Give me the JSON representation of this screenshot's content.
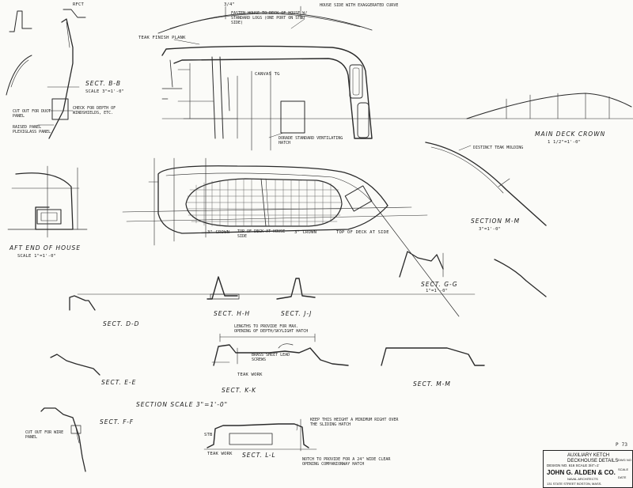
{
  "sheet": {
    "number": "P 73",
    "title_block": {
      "line1": "AUXILIARY KETCH",
      "line2": "DECKHOUSE DETAILS",
      "line3": "DESIGN NO. 616    SCALE 3/4\"=1'",
      "firm": "JOHN G. ALDEN & CO.",
      "firm_sub": "NAVAL ARCHITECTS",
      "address": "131 STATE STREET    BOSTON, MASS.",
      "side": [
        "DWG NO",
        "SCALE",
        "DATE"
      ]
    }
  },
  "sections": {
    "bb": {
      "title": "SECT. B-B",
      "scale": "SCALE 3\"=1'-0\""
    },
    "aft_end": {
      "title": "AFT END OF HOUSE",
      "scale": "SCALE 1\"=1'-0\""
    },
    "mm_upper": {
      "title": "SECTION M-M",
      "scale": "3\"=1'-0\""
    },
    "gg": {
      "title": "SECT. G-G",
      "scale": "1\"=1'-0\""
    },
    "main_deck": {
      "title": "MAIN DECK CROWN",
      "scale": "1 1/2\"=1'-0\""
    },
    "dd": {
      "title": "SECT. D-D"
    },
    "hh": {
      "title": "SECT. H-H"
    },
    "jj": {
      "title": "SECT. J-J"
    },
    "ee": {
      "title": "SECT. E-E"
    },
    "kk": {
      "title": "SECT. K-K"
    },
    "mm_lower": {
      "title": "SECT. M-M"
    },
    "ff": {
      "title": "SECT. F-F"
    },
    "ll": {
      "title": "SECT. L-L"
    },
    "section_scale": "SECTION SCALE 3\"=1'-0\""
  },
  "notes": {
    "dim_top": "3/4\"",
    "rfct": "RFCT",
    "house_side": "HOUSE SIDE WITH EXAGGERATED CURVE",
    "fasten": "FASTEN HOUSE TO DECK OF HOUSE W/ STANDARD LOGS (ONE PORT ON STBD SIDE)",
    "teak_finish": "TEAK FINISH PLANK",
    "canvas": "CANVAS TG",
    "dorade": "DORADE STANDARD VENTILATING HATCH",
    "cut_out": "CUT OUT FOR DUCT PANEL",
    "check_for_depth": "CHECK FOR DEPTH OF WINDSHIELDS, ETC.",
    "raised_panel": "RAISED PANEL",
    "plexiglass": "PLEXIGLASS PANEL",
    "crown_3a": "3\" CROWN",
    "crown_3b": "3\" CROWN",
    "top_deck_house": "TOP OF DECK AT HOUSE SIDE",
    "top_deck_side": "TOP OF DECK AT SIDE",
    "distinct": "DISTINCT TEAK MOLDING",
    "lengths": "LENGTHS TO PROVIDE FOR MAX. OPENING OF DEPTH/SKYLIGHT HATCH",
    "brass_sheet": "BRASS SHEET LEAD SCREWS",
    "teak_work": "TEAK WORK",
    "cut_out_ff": "CUT OUT FOR WIRE PANEL",
    "keep_this": "KEEP THIS HEIGHT A MINIMUM RIGHT OVER THE SLIDING HATCH",
    "notch": "NOTCH TO PROVIDE FOR A 24\" WIDE CLEAR OPENING COMPANIONWAY HATCH",
    "stb": "STB",
    "teak_work2": "TEAK WORK"
  },
  "colors": {
    "ink": "#2a2a2a",
    "paper": "#fbfbf8",
    "grid": "#555555"
  }
}
